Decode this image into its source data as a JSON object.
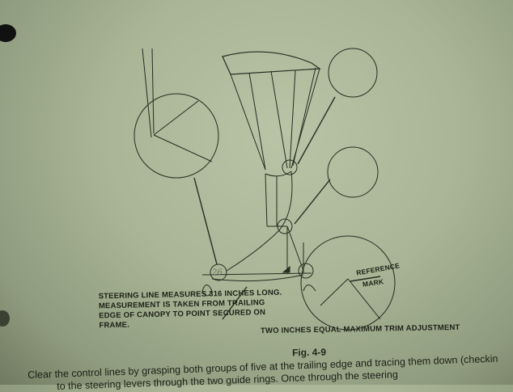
{
  "figure": {
    "steering_note": "STEERING LINE MEASURES 316 INCHES LONG. MEASUREMENT IS TAKEN FROM TRAILING EDGE OF CANOPY TO POINT SECURED ON FRAME.",
    "reference_label": "REFERENCE",
    "mark_label": "MARK",
    "trim_note": "TWO INCHES EQUAL MAXIMUM TRIM ADJUSTMENT",
    "caption": "Fig. 4-9",
    "handwritten_note": "26"
  },
  "body": {
    "line1": "Clear the control lines by grasping both groups of five at the trailing edge and tracing them down (checkin",
    "line2": "to the steering levers through the two guide rings.  Once through the steering"
  },
  "colors": {
    "paper": "#a9b596",
    "ink": "#1e2418"
  }
}
